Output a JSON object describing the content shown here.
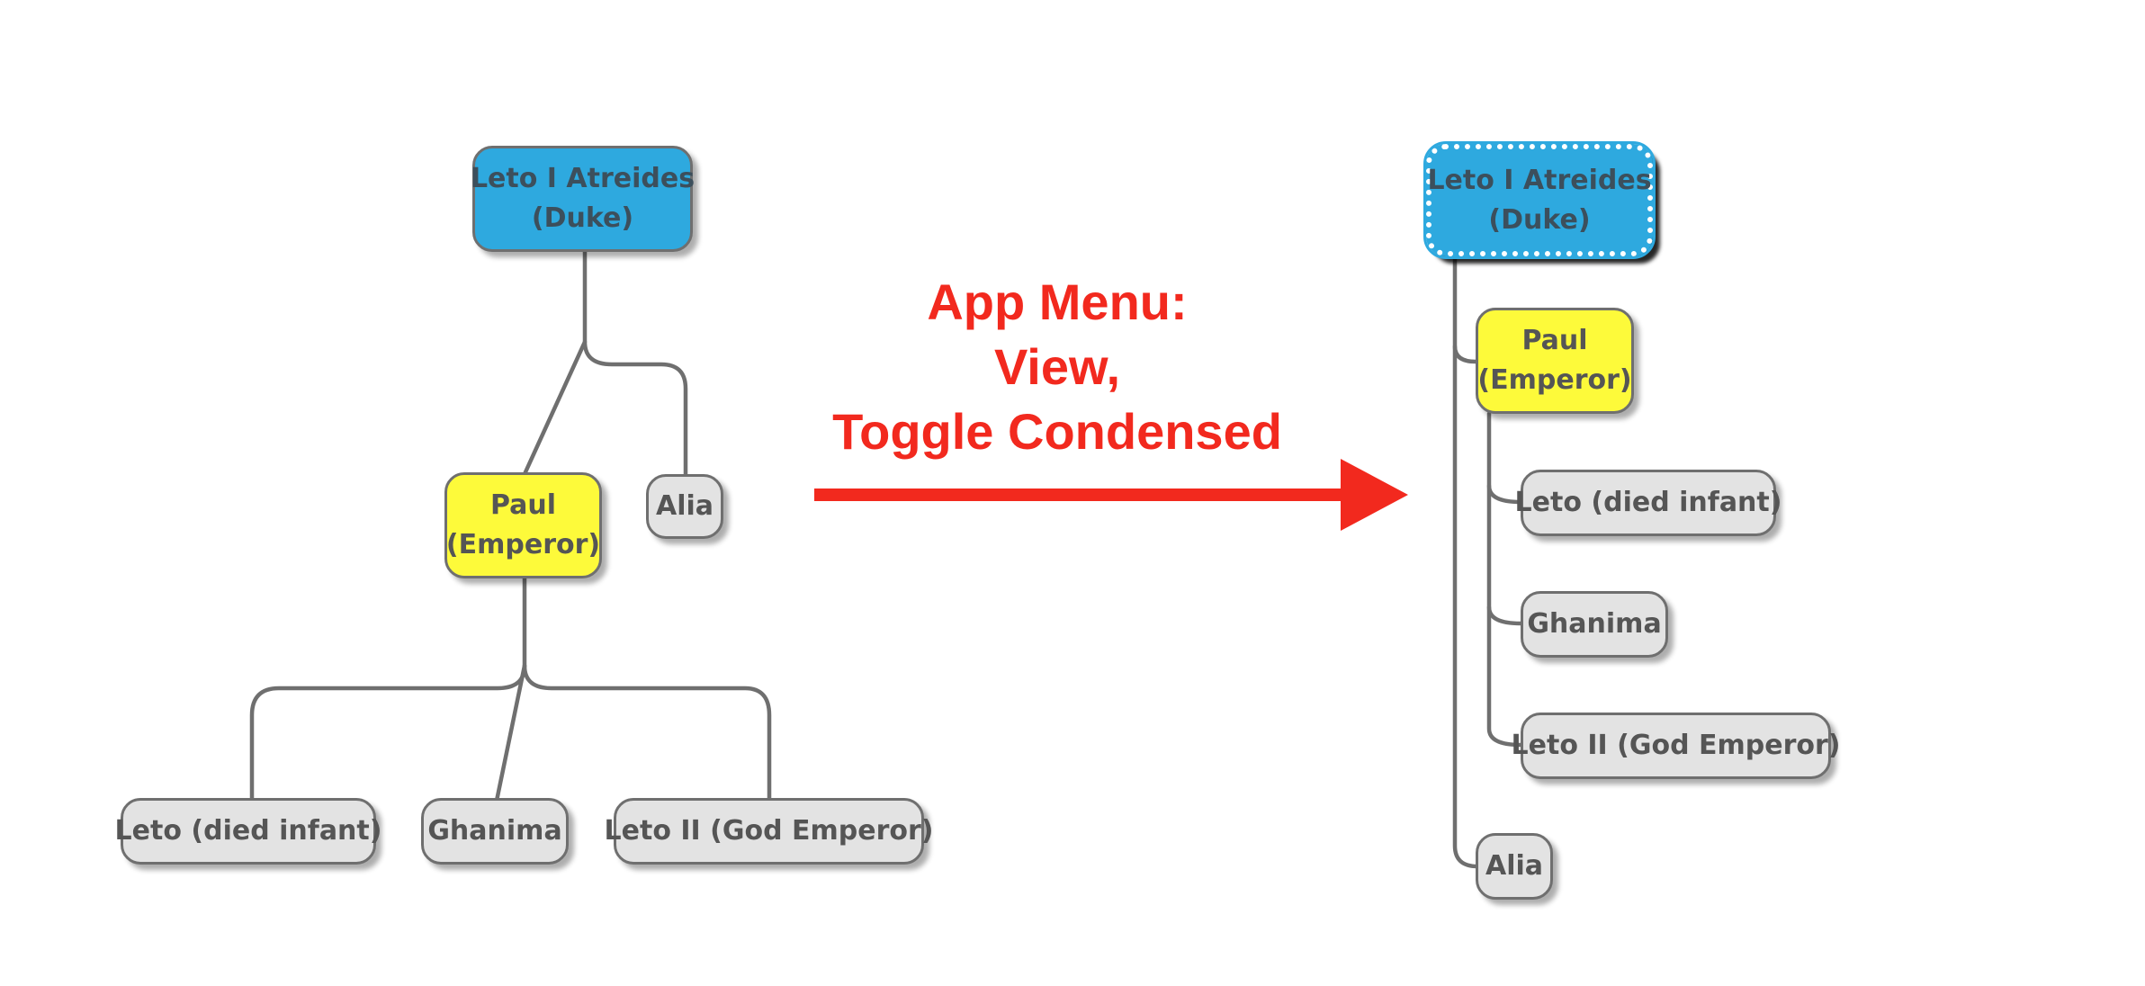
{
  "before_tree": {
    "root": {
      "line1": "Leto I Atreides",
      "line2": "(Duke)"
    },
    "paul": {
      "line1": "Paul",
      "line2": "(Emperor)"
    },
    "alia": "Alia",
    "children": [
      "Leto (died infant)",
      "Ghanima",
      "Leto II (God Emperor)"
    ]
  },
  "instruction": {
    "line1": "App Menu:",
    "line2": "View,",
    "line3": "Toggle Condensed"
  },
  "after_tree": {
    "root": {
      "line1": "Leto I Atreides",
      "line2": "(Duke)"
    },
    "paul": {
      "line1": "Paul",
      "line2": "(Emperor)"
    },
    "children": [
      "Leto (died infant)",
      "Ghanima",
      "Leto II (God Emperor)"
    ],
    "alia": "Alia"
  },
  "colors": {
    "root": "#2ea9df",
    "emperor": "#fdfa3a",
    "leaf": "#e3e3e3",
    "accent": "#f2291e",
    "connector": "#6f6f6f"
  }
}
